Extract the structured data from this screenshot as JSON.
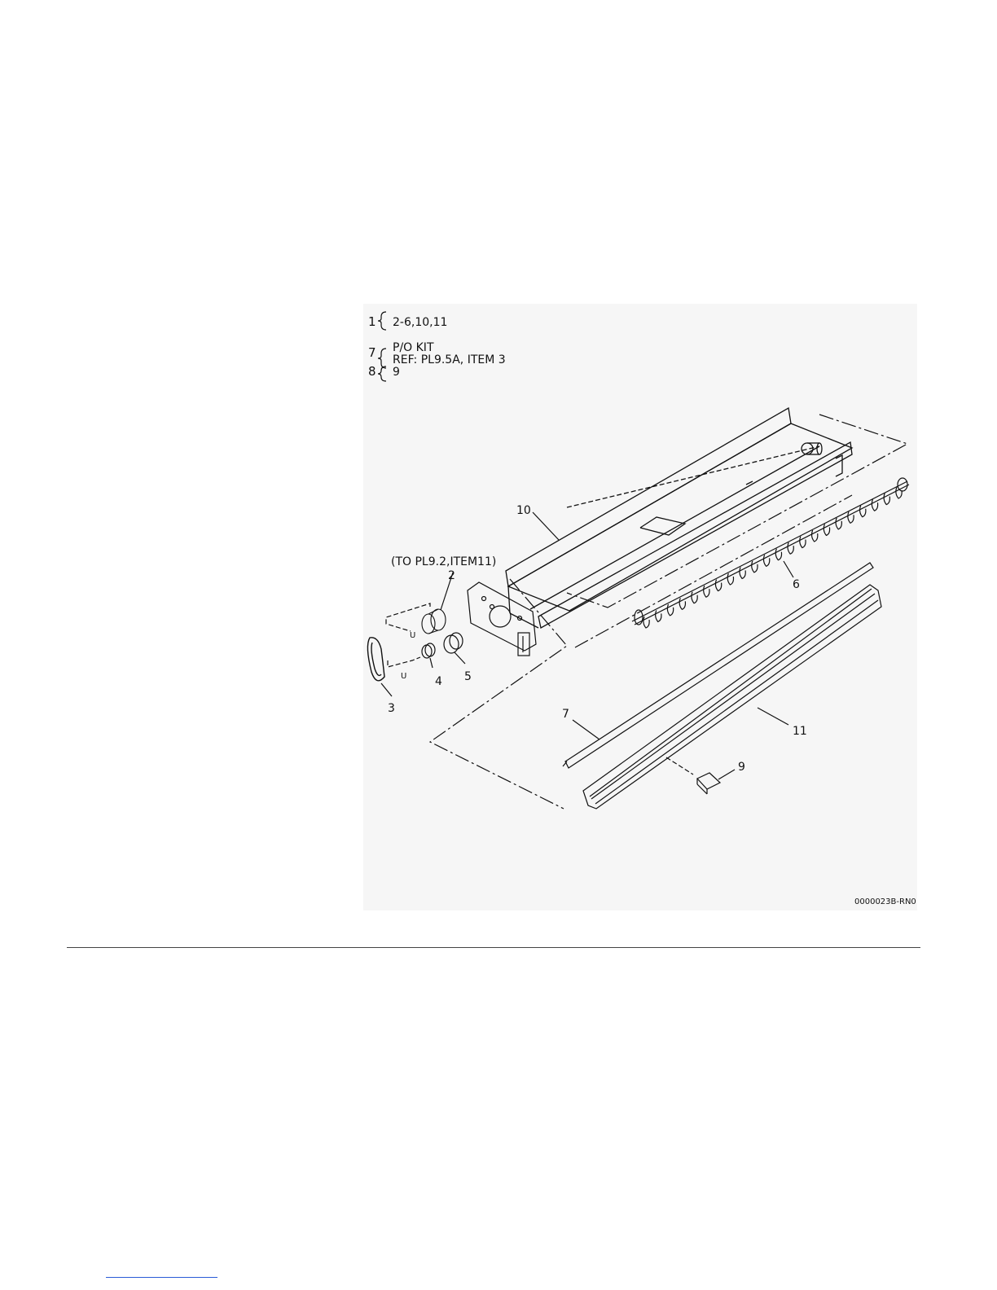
{
  "legend": {
    "line1_index": "1",
    "line1_text": "2-6,10,11",
    "line2_index": "7",
    "line2_text_a": "P/O KIT",
    "line2_text_b": "REF: PL9.5A, ITEM 3",
    "line3_index": "8",
    "line3_text": "9"
  },
  "callouts": {
    "c2": "2",
    "c3": "3",
    "c4": "4",
    "c5": "5",
    "c6": "6",
    "c7": "7",
    "c9": "9",
    "c10": "10",
    "c11": "11"
  },
  "reference_note": "(TO PL9.2,ITEM11)",
  "u_marks": [
    "U",
    "U"
  ],
  "figure_code": "0000023B-RN0",
  "colors": {
    "line": "#111111",
    "figure_bg": "#f6f6f6",
    "link": "#2a5bd7"
  }
}
